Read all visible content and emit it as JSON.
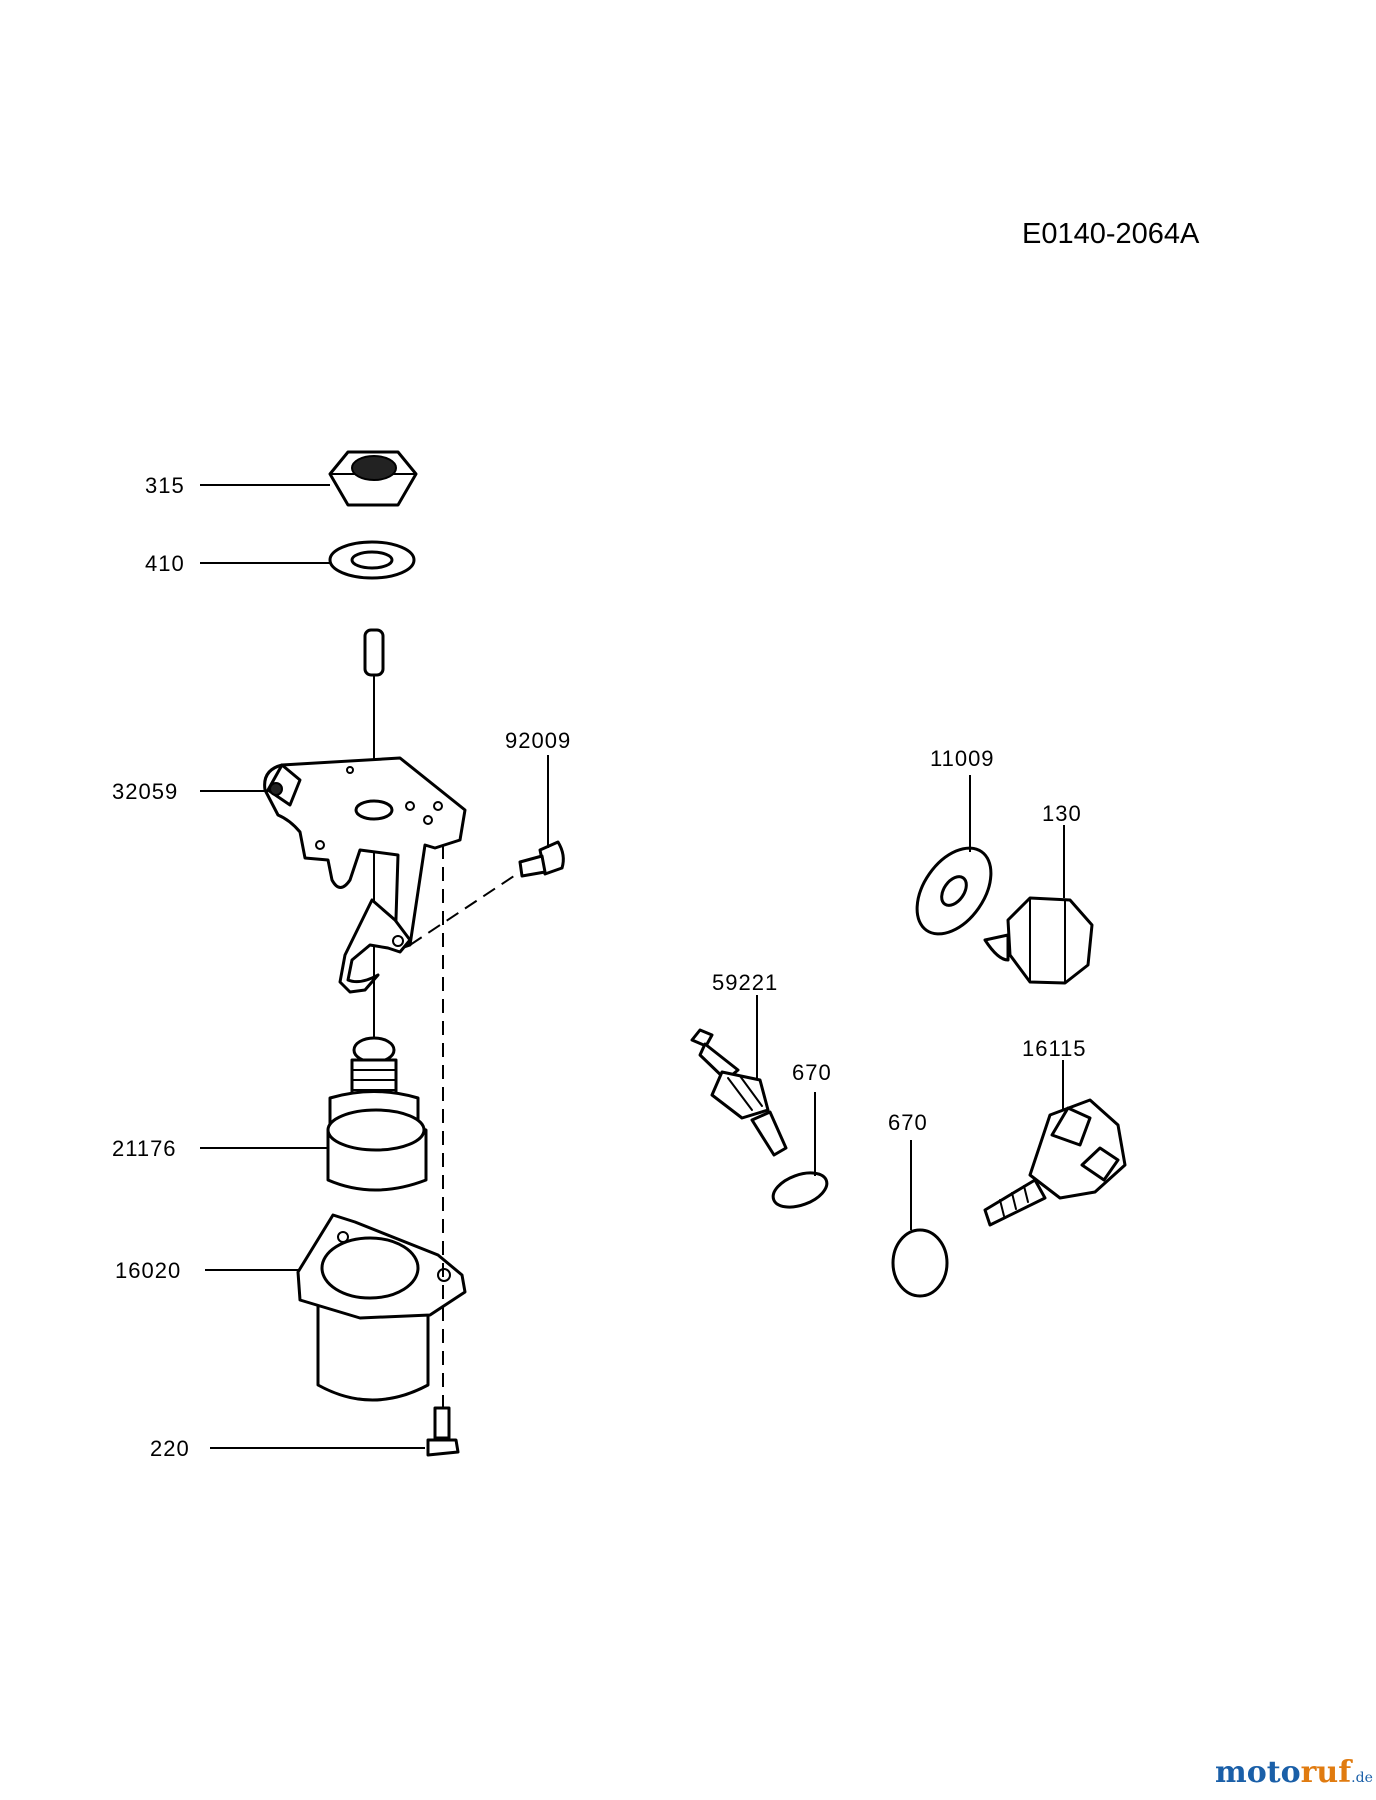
{
  "diagram_code": "E0140-2064A",
  "watermark": {
    "name_part1": "moto",
    "name_part2": "ruf",
    "tld": ".de"
  },
  "parts": [
    {
      "ref": "315",
      "name": "nut"
    },
    {
      "ref": "410",
      "name": "washer"
    },
    {
      "ref": "32059",
      "name": "bracket"
    },
    {
      "ref": "92009",
      "name": "screw"
    },
    {
      "ref": "21176",
      "name": "solenoid"
    },
    {
      "ref": "16020",
      "name": "flange-housing"
    },
    {
      "ref": "220",
      "name": "bolt"
    },
    {
      "ref": "11009",
      "name": "gasket"
    },
    {
      "ref": "130",
      "name": "plug"
    },
    {
      "ref": "59221",
      "name": "jet"
    },
    {
      "ref": "670",
      "name": "o-ring-a"
    },
    {
      "ref": "670",
      "name": "o-ring-b"
    },
    {
      "ref": "16115",
      "name": "float-valve"
    }
  ]
}
